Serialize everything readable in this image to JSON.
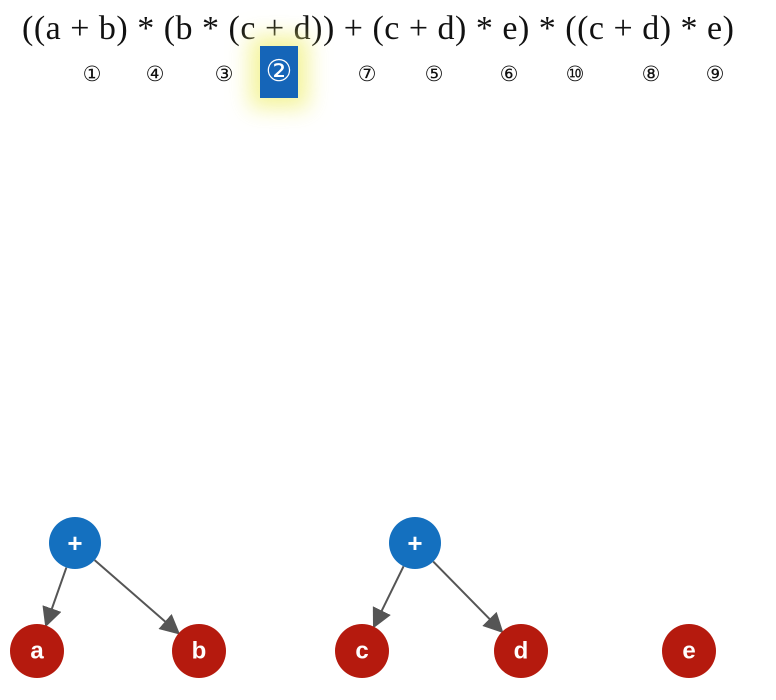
{
  "expression": "((a + b) * (b * (c + d)) + (c + d) * e) * ((c + d) * e)",
  "evaluation_order": {
    "markers": [
      "①",
      "④",
      "③",
      "②",
      "⑦",
      "⑤",
      "⑥",
      "⑩",
      "⑧",
      "⑨"
    ],
    "highlighted_index": 3
  },
  "tree": {
    "nodes": [
      {
        "id": "plus1",
        "label": "+",
        "kind": "operator"
      },
      {
        "id": "a",
        "label": "a",
        "kind": "operand"
      },
      {
        "id": "b",
        "label": "b",
        "kind": "operand"
      },
      {
        "id": "plus2",
        "label": "+",
        "kind": "operator"
      },
      {
        "id": "c",
        "label": "c",
        "kind": "operand"
      },
      {
        "id": "d",
        "label": "d",
        "kind": "operand"
      },
      {
        "id": "e",
        "label": "e",
        "kind": "operand"
      }
    ],
    "edges": [
      [
        "plus1",
        "a"
      ],
      [
        "plus1",
        "b"
      ],
      [
        "plus2",
        "c"
      ],
      [
        "plus2",
        "d"
      ]
    ],
    "colors": {
      "operator": "#1470bf",
      "operand": "#b51a0e",
      "edge": "#555555"
    }
  }
}
